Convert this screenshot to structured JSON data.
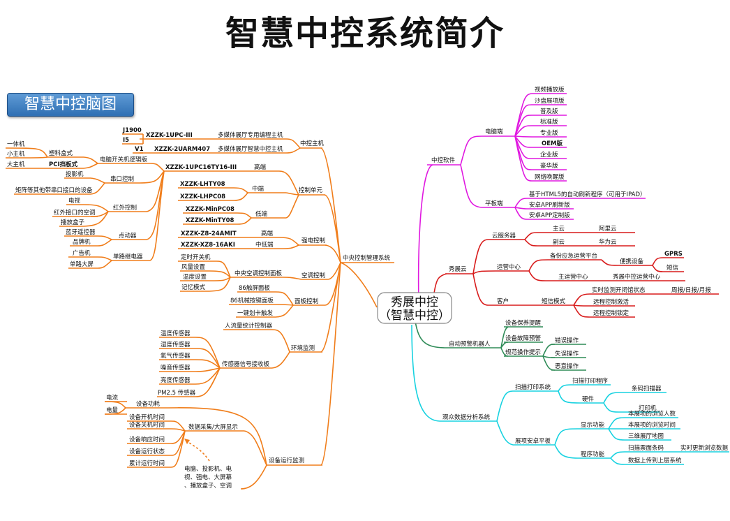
{
  "title": "智慧中控系统简介",
  "badge": "智慧中控脑图",
  "colors": {
    "orange": "#f07d1a",
    "magenta": "#e018e0",
    "red": "#d81c1c",
    "green": "#2e8b57",
    "cyan": "#18d2e0",
    "badge": "#3a7bc0"
  },
  "center": {
    "line1": "秀展中控",
    "line2": "（智慧中控）"
  },
  "left": {
    "root": "中央控制管理系统",
    "host": {
      "label": "中控主机",
      "j1900": "J1900",
      "i5": "I5",
      "v1": "V1",
      "m1": "XZZK-1UPC-III",
      "m1d": "多媒体展厅专用编程主机",
      "m2": "XZZK-2UARM407",
      "m2d": "多媒体展厅智慧中控主机"
    },
    "control": {
      "label": "控制单元",
      "model": "XZZK-1UPC16TY16-III",
      "high": "高端",
      "mid": "中端",
      "low": "低端",
      "m_lhty": "XZZK-LHTY08",
      "m_lhpc": "XZZK-LHPC08",
      "m_minpc": "XZZK-MinPC08",
      "m_minty": "XZZK-MinTY08"
    },
    "relay": {
      "label": "电脑开关机逻辑版",
      "plastic": "塑料盒式",
      "pci": "PCI挡板式",
      "allinone": "一体机",
      "small": "小主机",
      "large": "大主机"
    },
    "serial": {
      "label": "串口控制",
      "projector": "投影机",
      "matrix": "矩阵等其他带串口接口的设备"
    },
    "ir": {
      "label": "红外控制",
      "tv": "电视",
      "ac": "红外接口的空调",
      "player": "播放盒子"
    },
    "dot": {
      "label": "点动器",
      "bt": "蓝牙遥控器",
      "sign": "品牌机"
    },
    "single": {
      "label": "单路继电器",
      "ad": "广告机",
      "screen": "单路大屏"
    },
    "power": {
      "label": "强电控制",
      "high": "高端",
      "mid": "中低端",
      "m1": "XZZK-Z8-24AMIT",
      "m2": "XZZK-XZ8-16AKI"
    },
    "ac": {
      "label": "空调控制",
      "panel": "中央空调控制面板",
      "timer": "定时开关机",
      "fan": "风量设置",
      "temp": "温度设置",
      "mem": "记忆模式"
    },
    "panel": {
      "label": "面板控制",
      "touch": "86触屏面板",
      "key": "86机械按键面板",
      "card": "一键划卡触发"
    },
    "env": {
      "label": "环境监测",
      "people": "人流量统计控制器",
      "board": "传感器信号接收板",
      "sensors": [
        "温度传感器",
        "湿度传感器",
        "氧气传感器",
        "噪音传感器",
        "亮度传感器",
        "PM2.5 传感器"
      ]
    },
    "monitor": {
      "label": "设备运行监测",
      "power": "设备功耗",
      "current": "电流",
      "energy": "电量",
      "screen": "数据采集/大屏显示",
      "items": [
        "设备开机时间",
        "设备关机时间",
        "设备响应时间",
        "设备运行状态",
        "累计运行时间"
      ],
      "note1": "电脑、投影机、电",
      "note2": "视、强电、大屏幕",
      "note3": "、播放盒子、空调"
    }
  },
  "right": {
    "software": {
      "label": "中控软件",
      "pc": "电脑端",
      "versions": [
        "视频播放版",
        "沙盘展项版",
        "普及版",
        "标准版",
        "专业版",
        "OEM版",
        "企业版",
        "豪华版",
        "网络唤醒版"
      ],
      "tablet": "平板端",
      "html5": "基于HTML5的自动刷新程序（可用于IPAD）",
      "android1": "安卓APP刷新版",
      "android2": "安卓APP定制版"
    },
    "cloud": {
      "label": "秀展云",
      "server": "云服务器",
      "main": "主云",
      "sub": "副云",
      "ali": "阿里云",
      "huawei": "华为云",
      "ops": "运营中心",
      "backup": "备份应急运营平台",
      "portable": "便携设备",
      "gprs": "GPRS",
      "sms": "短信",
      "mainops": "主运营中心",
      "xzops": "秀展中控运营中心",
      "client": "客户",
      "smsmode": "短信模式",
      "realtime": "实时监测开闭馆状态",
      "report": "周报/日报/月报",
      "activate": "远程控制激活",
      "lock": "远程控制锁定"
    },
    "robot": {
      "label": "自动预警机器人",
      "remind": "设备保养提醒",
      "fault": "设备故障预警",
      "norm": "规范操作提示",
      "wrong": "错误操作",
      "miss": "失误操作",
      "malicious": "恶意操作"
    },
    "analysis": {
      "label": "观众数据分析系统",
      "scan": "扫描打印系统",
      "scanprog": "扫描打印程序",
      "hardware": "硬件",
      "barcode": "条码扫描器",
      "printer": "打印机",
      "tablet": "展项安卓平板",
      "display": "显示功能",
      "d1": "本展项的浏览人数",
      "d2": "本展项的浏览时间",
      "d3": "三维展厅地图",
      "program": "程序功能",
      "p1": "扫描票面条码",
      "p1r": "实时更新浏览数据",
      "p2": "数据上传到上层系统"
    }
  }
}
